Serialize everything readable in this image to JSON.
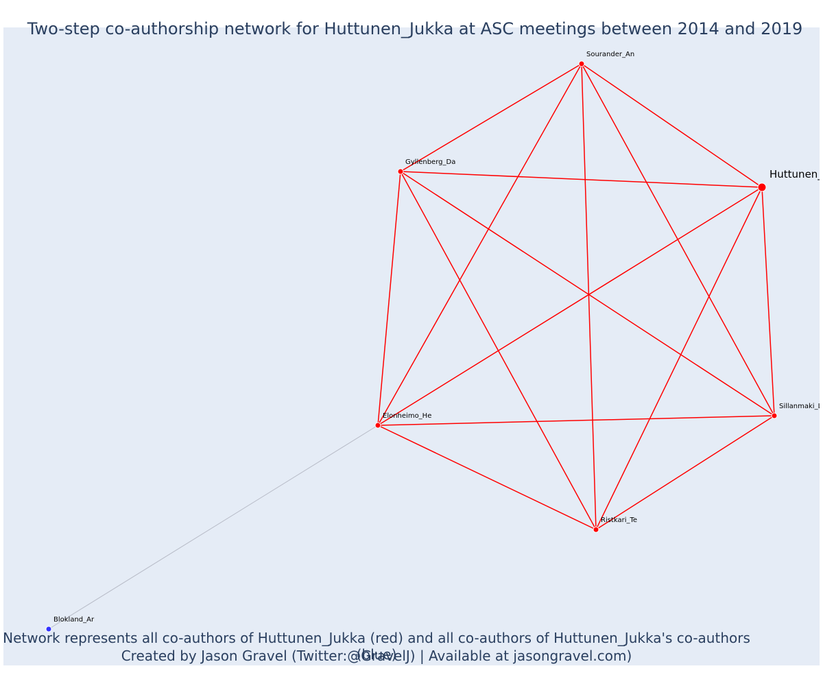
{
  "title": "Two-step co-authorship network for Huttunen_Jukka at ASC meetings between 2014 and 2019",
  "caption": {
    "line1": "Network represents all co-authors of Huttunen_Jukka (red) and all co-authors of Huttunen_Jukka's co-authors (blue)",
    "line2": "Created by Jason Gravel (Twitter:@GravelJ) | Available at jasongravel.com)"
  },
  "colors": {
    "background": "#e5ecf6",
    "first_step": "#ff0000",
    "second_step": "#3333ff",
    "second_step_edge": "#b8bcc8",
    "text": "#2a3f5f"
  },
  "network": {
    "ego": "Huttunen_Jukka",
    "nodes": [
      {
        "id": "Huttunen_Jukka",
        "label": "Huttunen_",
        "group": "ego"
      },
      {
        "id": "Sourander_An",
        "label": "Sourander_An",
        "group": "coauthor"
      },
      {
        "id": "Gyllenberg_Da",
        "label": "Gyllenberg_Da",
        "group": "coauthor"
      },
      {
        "id": "Elonheimo_He",
        "label": "Elonheimo_He",
        "group": "coauthor"
      },
      {
        "id": "Sillanmaki_La",
        "label": "Sillanmaki_La",
        "group": "coauthor"
      },
      {
        "id": "Ristkari_Te",
        "label": "Ristkari_Te",
        "group": "coauthor"
      },
      {
        "id": "Blokland_Ar",
        "label": "Blokland_Ar",
        "group": "second_step"
      }
    ],
    "edges": [
      [
        "Huttunen_Jukka",
        "Sourander_An"
      ],
      [
        "Huttunen_Jukka",
        "Gyllenberg_Da"
      ],
      [
        "Huttunen_Jukka",
        "Elonheimo_He"
      ],
      [
        "Huttunen_Jukka",
        "Sillanmaki_La"
      ],
      [
        "Huttunen_Jukka",
        "Ristkari_Te"
      ],
      [
        "Sourander_An",
        "Gyllenberg_Da"
      ],
      [
        "Sourander_An",
        "Elonheimo_He"
      ],
      [
        "Sourander_An",
        "Sillanmaki_La"
      ],
      [
        "Sourander_An",
        "Ristkari_Te"
      ],
      [
        "Gyllenberg_Da",
        "Elonheimo_He"
      ],
      [
        "Gyllenberg_Da",
        "Sillanmaki_La"
      ],
      [
        "Gyllenberg_Da",
        "Ristkari_Te"
      ],
      [
        "Elonheimo_He",
        "Sillanmaki_La"
      ],
      [
        "Elonheimo_He",
        "Ristkari_Te"
      ],
      [
        "Sillanmaki_La",
        "Ristkari_Te"
      ],
      [
        "Elonheimo_He",
        "Blokland_Ar"
      ]
    ]
  }
}
